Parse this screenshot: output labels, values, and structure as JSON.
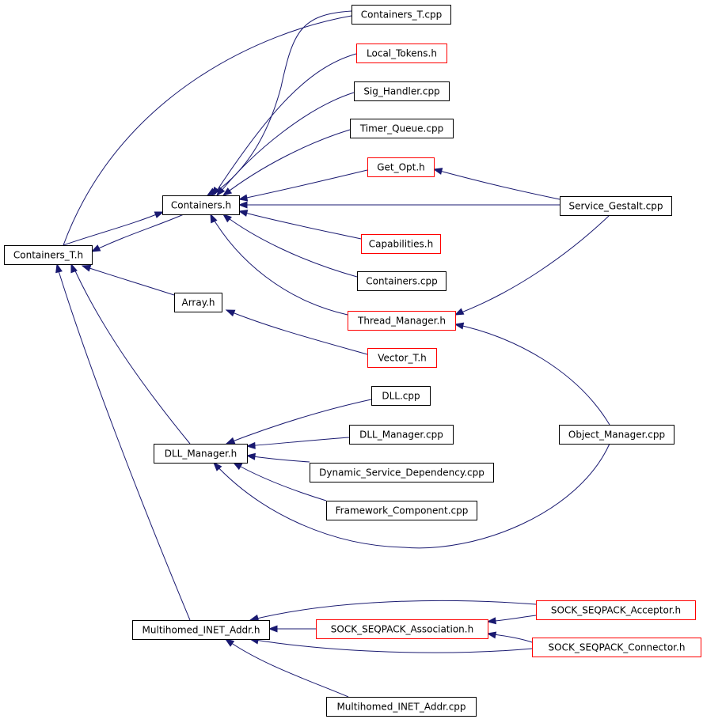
{
  "colors": {
    "edge": "#191970",
    "border_default": "#000000",
    "border_red": "#ff0000",
    "root_fill": "#bfbfbf",
    "background": "#ffffff"
  },
  "nodes": [
    {
      "id": "containers_t_h",
      "label": "Containers_T.h",
      "border": "black",
      "root": true
    },
    {
      "id": "containers_h",
      "label": "Containers.h",
      "border": "black"
    },
    {
      "id": "array_h",
      "label": "Array.h",
      "border": "black"
    },
    {
      "id": "dll_manager_h",
      "label": "DLL_Manager.h",
      "border": "black"
    },
    {
      "id": "multihomed_inet_addr_h",
      "label": "Multihomed_INET_Addr.h",
      "border": "black"
    },
    {
      "id": "containers_t_cpp",
      "label": "Containers_T.cpp",
      "border": "black"
    },
    {
      "id": "local_tokens_h",
      "label": "Local_Tokens.h",
      "border": "red"
    },
    {
      "id": "sig_handler_cpp",
      "label": "Sig_Handler.cpp",
      "border": "black"
    },
    {
      "id": "timer_queue_cpp",
      "label": "Timer_Queue.cpp",
      "border": "black"
    },
    {
      "id": "get_opt_h",
      "label": "Get_Opt.h",
      "border": "red"
    },
    {
      "id": "capabilities_h",
      "label": "Capabilities.h",
      "border": "red"
    },
    {
      "id": "containers_cpp",
      "label": "Containers.cpp",
      "border": "black"
    },
    {
      "id": "thread_manager_h",
      "label": "Thread_Manager.h",
      "border": "red"
    },
    {
      "id": "vector_t_h",
      "label": "Vector_T.h",
      "border": "red"
    },
    {
      "id": "dll_cpp",
      "label": "DLL.cpp",
      "border": "black"
    },
    {
      "id": "dll_manager_cpp",
      "label": "DLL_Manager.cpp",
      "border": "black"
    },
    {
      "id": "dynamic_service_dependency_cpp",
      "label": "Dynamic_Service_Dependency.cpp",
      "border": "black"
    },
    {
      "id": "framework_component_cpp",
      "label": "Framework_Component.cpp",
      "border": "black"
    },
    {
      "id": "service_gestalt_cpp",
      "label": "Service_Gestalt.cpp",
      "border": "black"
    },
    {
      "id": "object_manager_cpp",
      "label": "Object_Manager.cpp",
      "border": "black"
    },
    {
      "id": "sock_seqpack_association_h",
      "label": "SOCK_SEQPACK_Association.h",
      "border": "red"
    },
    {
      "id": "sock_seqpack_acceptor_h",
      "label": "SOCK_SEQPACK_Acceptor.h",
      "border": "red"
    },
    {
      "id": "sock_seqpack_connector_h",
      "label": "SOCK_SEQPACK_Connector.h",
      "border": "red"
    },
    {
      "id": "multihomed_inet_addr_cpp",
      "label": "Multihomed_INET_Addr.cpp",
      "border": "black"
    }
  ],
  "edges": [
    {
      "from": "containers_t_cpp",
      "to": "containers_t_h"
    },
    {
      "from": "containers_t_h",
      "to": "containers_h"
    },
    {
      "from": "containers_h",
      "to": "containers_t_h"
    },
    {
      "from": "array_h",
      "to": "containers_t_h"
    },
    {
      "from": "dll_manager_h",
      "to": "containers_t_h"
    },
    {
      "from": "multihomed_inet_addr_h",
      "to": "containers_t_h"
    },
    {
      "from": "containers_t_cpp",
      "to": "containers_h"
    },
    {
      "from": "local_tokens_h",
      "to": "containers_h"
    },
    {
      "from": "sig_handler_cpp",
      "to": "containers_h"
    },
    {
      "from": "timer_queue_cpp",
      "to": "containers_h"
    },
    {
      "from": "get_opt_h",
      "to": "containers_h"
    },
    {
      "from": "service_gestalt_cpp",
      "to": "containers_h"
    },
    {
      "from": "capabilities_h",
      "to": "containers_h"
    },
    {
      "from": "containers_cpp",
      "to": "containers_h"
    },
    {
      "from": "thread_manager_h",
      "to": "containers_h"
    },
    {
      "from": "service_gestalt_cpp",
      "to": "get_opt_h"
    },
    {
      "from": "service_gestalt_cpp",
      "to": "thread_manager_h"
    },
    {
      "from": "object_manager_cpp",
      "to": "thread_manager_h"
    },
    {
      "from": "vector_t_h",
      "to": "array_h"
    },
    {
      "from": "dll_cpp",
      "to": "dll_manager_h"
    },
    {
      "from": "dll_manager_cpp",
      "to": "dll_manager_h"
    },
    {
      "from": "dynamic_service_dependency_cpp",
      "to": "dll_manager_h"
    },
    {
      "from": "framework_component_cpp",
      "to": "dll_manager_h"
    },
    {
      "from": "object_manager_cpp",
      "to": "dll_manager_h"
    },
    {
      "from": "sock_seqpack_association_h",
      "to": "multihomed_inet_addr_h"
    },
    {
      "from": "sock_seqpack_acceptor_h",
      "to": "multihomed_inet_addr_h"
    },
    {
      "from": "sock_seqpack_connector_h",
      "to": "multihomed_inet_addr_h"
    },
    {
      "from": "multihomed_inet_addr_cpp",
      "to": "multihomed_inet_addr_h"
    },
    {
      "from": "sock_seqpack_acceptor_h",
      "to": "sock_seqpack_association_h"
    },
    {
      "from": "sock_seqpack_connector_h",
      "to": "sock_seqpack_association_h"
    }
  ]
}
